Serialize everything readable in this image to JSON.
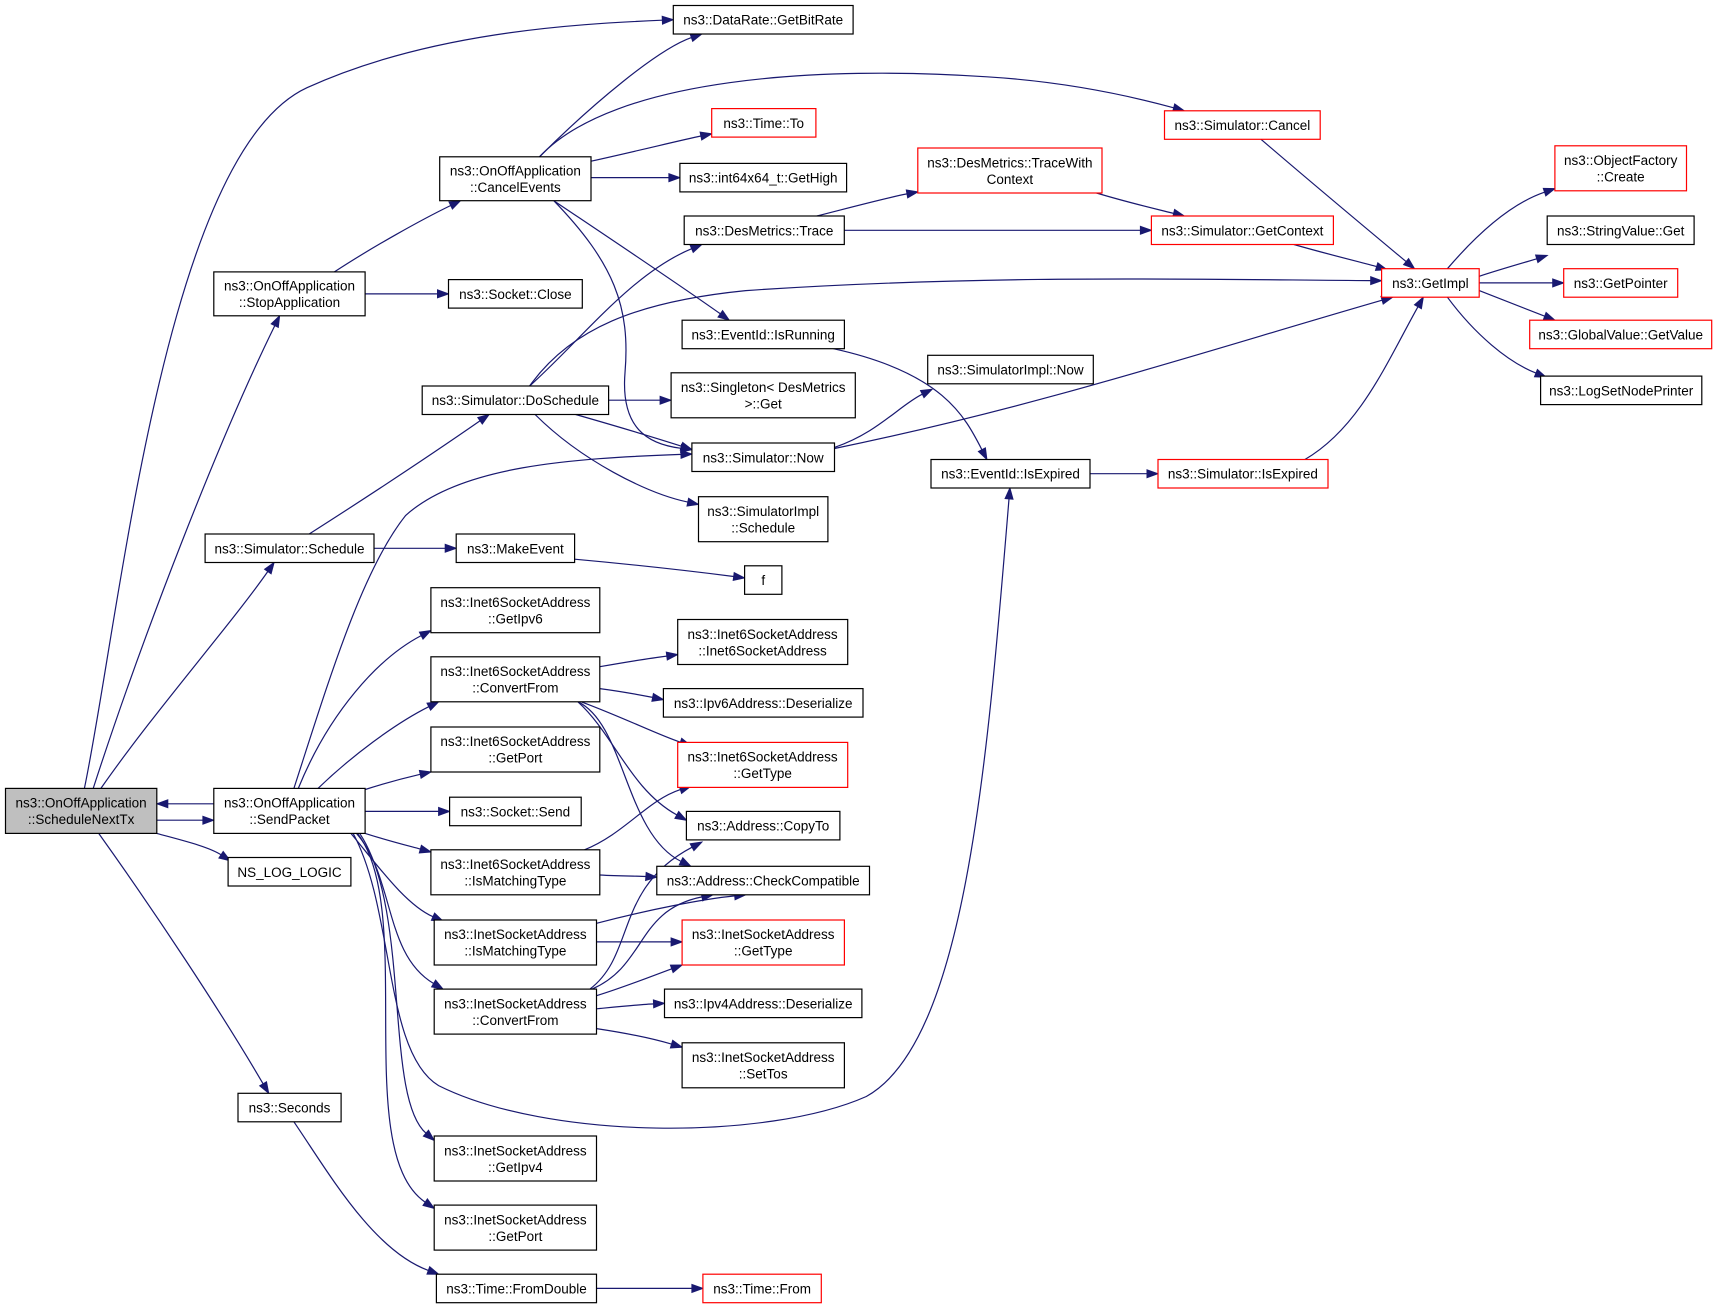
{
  "colors": {
    "edge": "#191970",
    "border_normal": "#000000",
    "border_truncated": "#ff0000",
    "fill_normal": "#ffffff",
    "fill_root": "#bfbfbf"
  },
  "nodes": [
    {
      "id": "root",
      "lines": [
        "ns3::OnOffApplication",
        "::ScheduleNextTx"
      ],
      "style": "root"
    },
    {
      "id": "getbitrate",
      "lines": [
        "ns3::DataRate::GetBitRate"
      ],
      "style": "normal"
    },
    {
      "id": "cancelevents",
      "lines": [
        "ns3::OnOffApplication",
        "::CancelEvents"
      ],
      "style": "normal"
    },
    {
      "id": "stopapp",
      "lines": [
        "ns3::OnOffApplication",
        "::StopApplication"
      ],
      "style": "normal"
    },
    {
      "id": "socketclose",
      "lines": [
        "ns3::Socket::Close"
      ],
      "style": "normal"
    },
    {
      "id": "timeto",
      "lines": [
        "ns3::Time::To"
      ],
      "style": "truncated"
    },
    {
      "id": "gethigh",
      "lines": [
        "ns3::int64x64_t::GetHigh"
      ],
      "style": "normal"
    },
    {
      "id": "simcancel",
      "lines": [
        "ns3::Simulator::Cancel"
      ],
      "style": "truncated"
    },
    {
      "id": "dmtracewith",
      "lines": [
        "ns3::DesMetrics::TraceWith",
        "Context"
      ],
      "style": "truncated"
    },
    {
      "id": "dmtrace",
      "lines": [
        "ns3::DesMetrics::Trace"
      ],
      "style": "normal"
    },
    {
      "id": "getcontext",
      "lines": [
        "ns3::Simulator::GetContext"
      ],
      "style": "truncated"
    },
    {
      "id": "getimpl",
      "lines": [
        "ns3::GetImpl"
      ],
      "style": "truncated"
    },
    {
      "id": "objfactory",
      "lines": [
        "ns3::ObjectFactory",
        "::Create"
      ],
      "style": "truncated"
    },
    {
      "id": "strget",
      "lines": [
        "ns3::StringValue::Get"
      ],
      "style": "normal"
    },
    {
      "id": "getpointer",
      "lines": [
        "ns3::GetPointer"
      ],
      "style": "truncated"
    },
    {
      "id": "globalget",
      "lines": [
        "ns3::GlobalValue::GetValue"
      ],
      "style": "truncated"
    },
    {
      "id": "lognode",
      "lines": [
        "ns3::LogSetNodePrinter"
      ],
      "style": "normal"
    },
    {
      "id": "isrunning",
      "lines": [
        "ns3::EventId::IsRunning"
      ],
      "style": "normal"
    },
    {
      "id": "doschedule",
      "lines": [
        "ns3::Simulator::DoSchedule"
      ],
      "style": "normal"
    },
    {
      "id": "singleton",
      "lines": [
        "ns3::Singleton< DesMetrics",
        " >::Get"
      ],
      "style": "normal"
    },
    {
      "id": "simimplnow",
      "lines": [
        "ns3::SimulatorImpl::Now"
      ],
      "style": "normal"
    },
    {
      "id": "simnow",
      "lines": [
        "ns3::Simulator::Now"
      ],
      "style": "normal"
    },
    {
      "id": "isexpired",
      "lines": [
        "ns3::EventId::IsExpired"
      ],
      "style": "normal"
    },
    {
      "id": "simisexpired",
      "lines": [
        "ns3::Simulator::IsExpired"
      ],
      "style": "truncated"
    },
    {
      "id": "simimplsched",
      "lines": [
        "ns3::SimulatorImpl",
        "::Schedule"
      ],
      "style": "normal"
    },
    {
      "id": "simschedule",
      "lines": [
        "ns3::Simulator::Schedule"
      ],
      "style": "normal"
    },
    {
      "id": "makeevent",
      "lines": [
        "ns3::MakeEvent"
      ],
      "style": "normal"
    },
    {
      "id": "f",
      "lines": [
        "f"
      ],
      "style": "normal"
    },
    {
      "id": "i6getipv6",
      "lines": [
        "ns3::Inet6SocketAddress",
        "::GetIpv6"
      ],
      "style": "normal"
    },
    {
      "id": "i6ctor",
      "lines": [
        "ns3::Inet6SocketAddress",
        "::Inet6SocketAddress"
      ],
      "style": "normal"
    },
    {
      "id": "i6convert",
      "lines": [
        "ns3::Inet6SocketAddress",
        "::ConvertFrom"
      ],
      "style": "normal"
    },
    {
      "id": "ip6deser",
      "lines": [
        "ns3::Ipv6Address::Deserialize"
      ],
      "style": "normal"
    },
    {
      "id": "i6getport",
      "lines": [
        "ns3::Inet6SocketAddress",
        "::GetPort"
      ],
      "style": "normal"
    },
    {
      "id": "i6gettype",
      "lines": [
        "ns3::Inet6SocketAddress",
        "::GetType"
      ],
      "style": "truncated"
    },
    {
      "id": "sendpacket",
      "lines": [
        "ns3::OnOffApplication",
        "::SendPacket"
      ],
      "style": "normal"
    },
    {
      "id": "socketsend",
      "lines": [
        "ns3::Socket::Send"
      ],
      "style": "normal"
    },
    {
      "id": "addrcopyto",
      "lines": [
        "ns3::Address::CopyTo"
      ],
      "style": "normal"
    },
    {
      "id": "i6match",
      "lines": [
        "ns3::Inet6SocketAddress",
        "::IsMatchingType"
      ],
      "style": "normal"
    },
    {
      "id": "checkcompat",
      "lines": [
        "ns3::Address::CheckCompatible"
      ],
      "style": "normal"
    },
    {
      "id": "nslog",
      "lines": [
        "NS_LOG_LOGIC"
      ],
      "style": "normal"
    },
    {
      "id": "i4match",
      "lines": [
        "ns3::InetSocketAddress",
        "::IsMatchingType"
      ],
      "style": "normal"
    },
    {
      "id": "i4gettype",
      "lines": [
        "ns3::InetSocketAddress",
        "::GetType"
      ],
      "style": "truncated"
    },
    {
      "id": "i4convert",
      "lines": [
        "ns3::InetSocketAddress",
        "::ConvertFrom"
      ],
      "style": "normal"
    },
    {
      "id": "ip4deser",
      "lines": [
        "ns3::Ipv4Address::Deserialize"
      ],
      "style": "normal"
    },
    {
      "id": "i4settos",
      "lines": [
        "ns3::InetSocketAddress",
        "::SetTos"
      ],
      "style": "normal"
    },
    {
      "id": "seconds",
      "lines": [
        "ns3::Seconds"
      ],
      "style": "normal"
    },
    {
      "id": "i4getipv4",
      "lines": [
        "ns3::InetSocketAddress",
        "::GetIpv4"
      ],
      "style": "normal"
    },
    {
      "id": "i4getport",
      "lines": [
        "ns3::InetSocketAddress",
        "::GetPort"
      ],
      "style": "normal"
    },
    {
      "id": "fromdouble",
      "lines": [
        "ns3::Time::FromDouble"
      ],
      "style": "normal"
    },
    {
      "id": "timefrom",
      "lines": [
        "ns3::Time::From"
      ],
      "style": "truncated"
    }
  ],
  "edges": [
    {
      "from": "root",
      "to": "getbitrate"
    },
    {
      "from": "root",
      "to": "stopapp"
    },
    {
      "from": "root",
      "to": "simschedule"
    },
    {
      "from": "root",
      "to": "sendpacket"
    },
    {
      "from": "root",
      "to": "nslog"
    },
    {
      "from": "root",
      "to": "seconds"
    },
    {
      "from": "sendpacket",
      "to": "root"
    },
    {
      "from": "stopapp",
      "to": "cancelevents"
    },
    {
      "from": "stopapp",
      "to": "socketclose"
    },
    {
      "from": "cancelevents",
      "to": "getbitrate"
    },
    {
      "from": "cancelevents",
      "to": "simcancel"
    },
    {
      "from": "cancelevents",
      "to": "timeto"
    },
    {
      "from": "cancelevents",
      "to": "gethigh"
    },
    {
      "from": "cancelevents",
      "to": "isrunning"
    },
    {
      "from": "cancelevents",
      "to": "simnow"
    },
    {
      "from": "simcancel",
      "to": "getimpl"
    },
    {
      "from": "dmtrace",
      "to": "dmtracewith"
    },
    {
      "from": "dmtrace",
      "to": "getcontext"
    },
    {
      "from": "dmtracewith",
      "to": "getcontext"
    },
    {
      "from": "getcontext",
      "to": "getimpl"
    },
    {
      "from": "getimpl",
      "to": "objfactory"
    },
    {
      "from": "getimpl",
      "to": "strget"
    },
    {
      "from": "getimpl",
      "to": "getpointer"
    },
    {
      "from": "getimpl",
      "to": "globalget"
    },
    {
      "from": "getimpl",
      "to": "lognode"
    },
    {
      "from": "isrunning",
      "to": "isexpired"
    },
    {
      "from": "isexpired",
      "to": "simisexpired"
    },
    {
      "from": "simisexpired",
      "to": "getimpl"
    },
    {
      "from": "simschedule",
      "to": "doschedule"
    },
    {
      "from": "simschedule",
      "to": "makeevent"
    },
    {
      "from": "makeevent",
      "to": "f"
    },
    {
      "from": "doschedule",
      "to": "dmtrace"
    },
    {
      "from": "doschedule",
      "to": "getimpl"
    },
    {
      "from": "doschedule",
      "to": "singleton"
    },
    {
      "from": "doschedule",
      "to": "simnow"
    },
    {
      "from": "doschedule",
      "to": "simimplsched"
    },
    {
      "from": "simnow",
      "to": "simimplnow"
    },
    {
      "from": "simnow",
      "to": "getimpl"
    },
    {
      "from": "sendpacket",
      "to": "simnow"
    },
    {
      "from": "sendpacket",
      "to": "i6getipv6"
    },
    {
      "from": "sendpacket",
      "to": "i6convert"
    },
    {
      "from": "sendpacket",
      "to": "i6getport"
    },
    {
      "from": "sendpacket",
      "to": "socketsend"
    },
    {
      "from": "sendpacket",
      "to": "i6match"
    },
    {
      "from": "sendpacket",
      "to": "i4match"
    },
    {
      "from": "sendpacket",
      "to": "i4convert"
    },
    {
      "from": "sendpacket",
      "to": "isexpired"
    },
    {
      "from": "sendpacket",
      "to": "i4getipv4"
    },
    {
      "from": "sendpacket",
      "to": "i4getport"
    },
    {
      "from": "i6convert",
      "to": "i6ctor"
    },
    {
      "from": "i6convert",
      "to": "ip6deser"
    },
    {
      "from": "i6convert",
      "to": "i6gettype"
    },
    {
      "from": "i6convert",
      "to": "addrcopyto"
    },
    {
      "from": "i6convert",
      "to": "checkcompat"
    },
    {
      "from": "i6match",
      "to": "i6gettype"
    },
    {
      "from": "i6match",
      "to": "checkcompat"
    },
    {
      "from": "i4match",
      "to": "checkcompat"
    },
    {
      "from": "i4match",
      "to": "i4gettype"
    },
    {
      "from": "i4convert",
      "to": "addrcopyto"
    },
    {
      "from": "i4convert",
      "to": "checkcompat"
    },
    {
      "from": "i4convert",
      "to": "i4gettype"
    },
    {
      "from": "i4convert",
      "to": "ip4deser"
    },
    {
      "from": "i4convert",
      "to": "i4settos"
    },
    {
      "from": "seconds",
      "to": "fromdouble"
    },
    {
      "from": "fromdouble",
      "to": "timefrom"
    }
  ]
}
